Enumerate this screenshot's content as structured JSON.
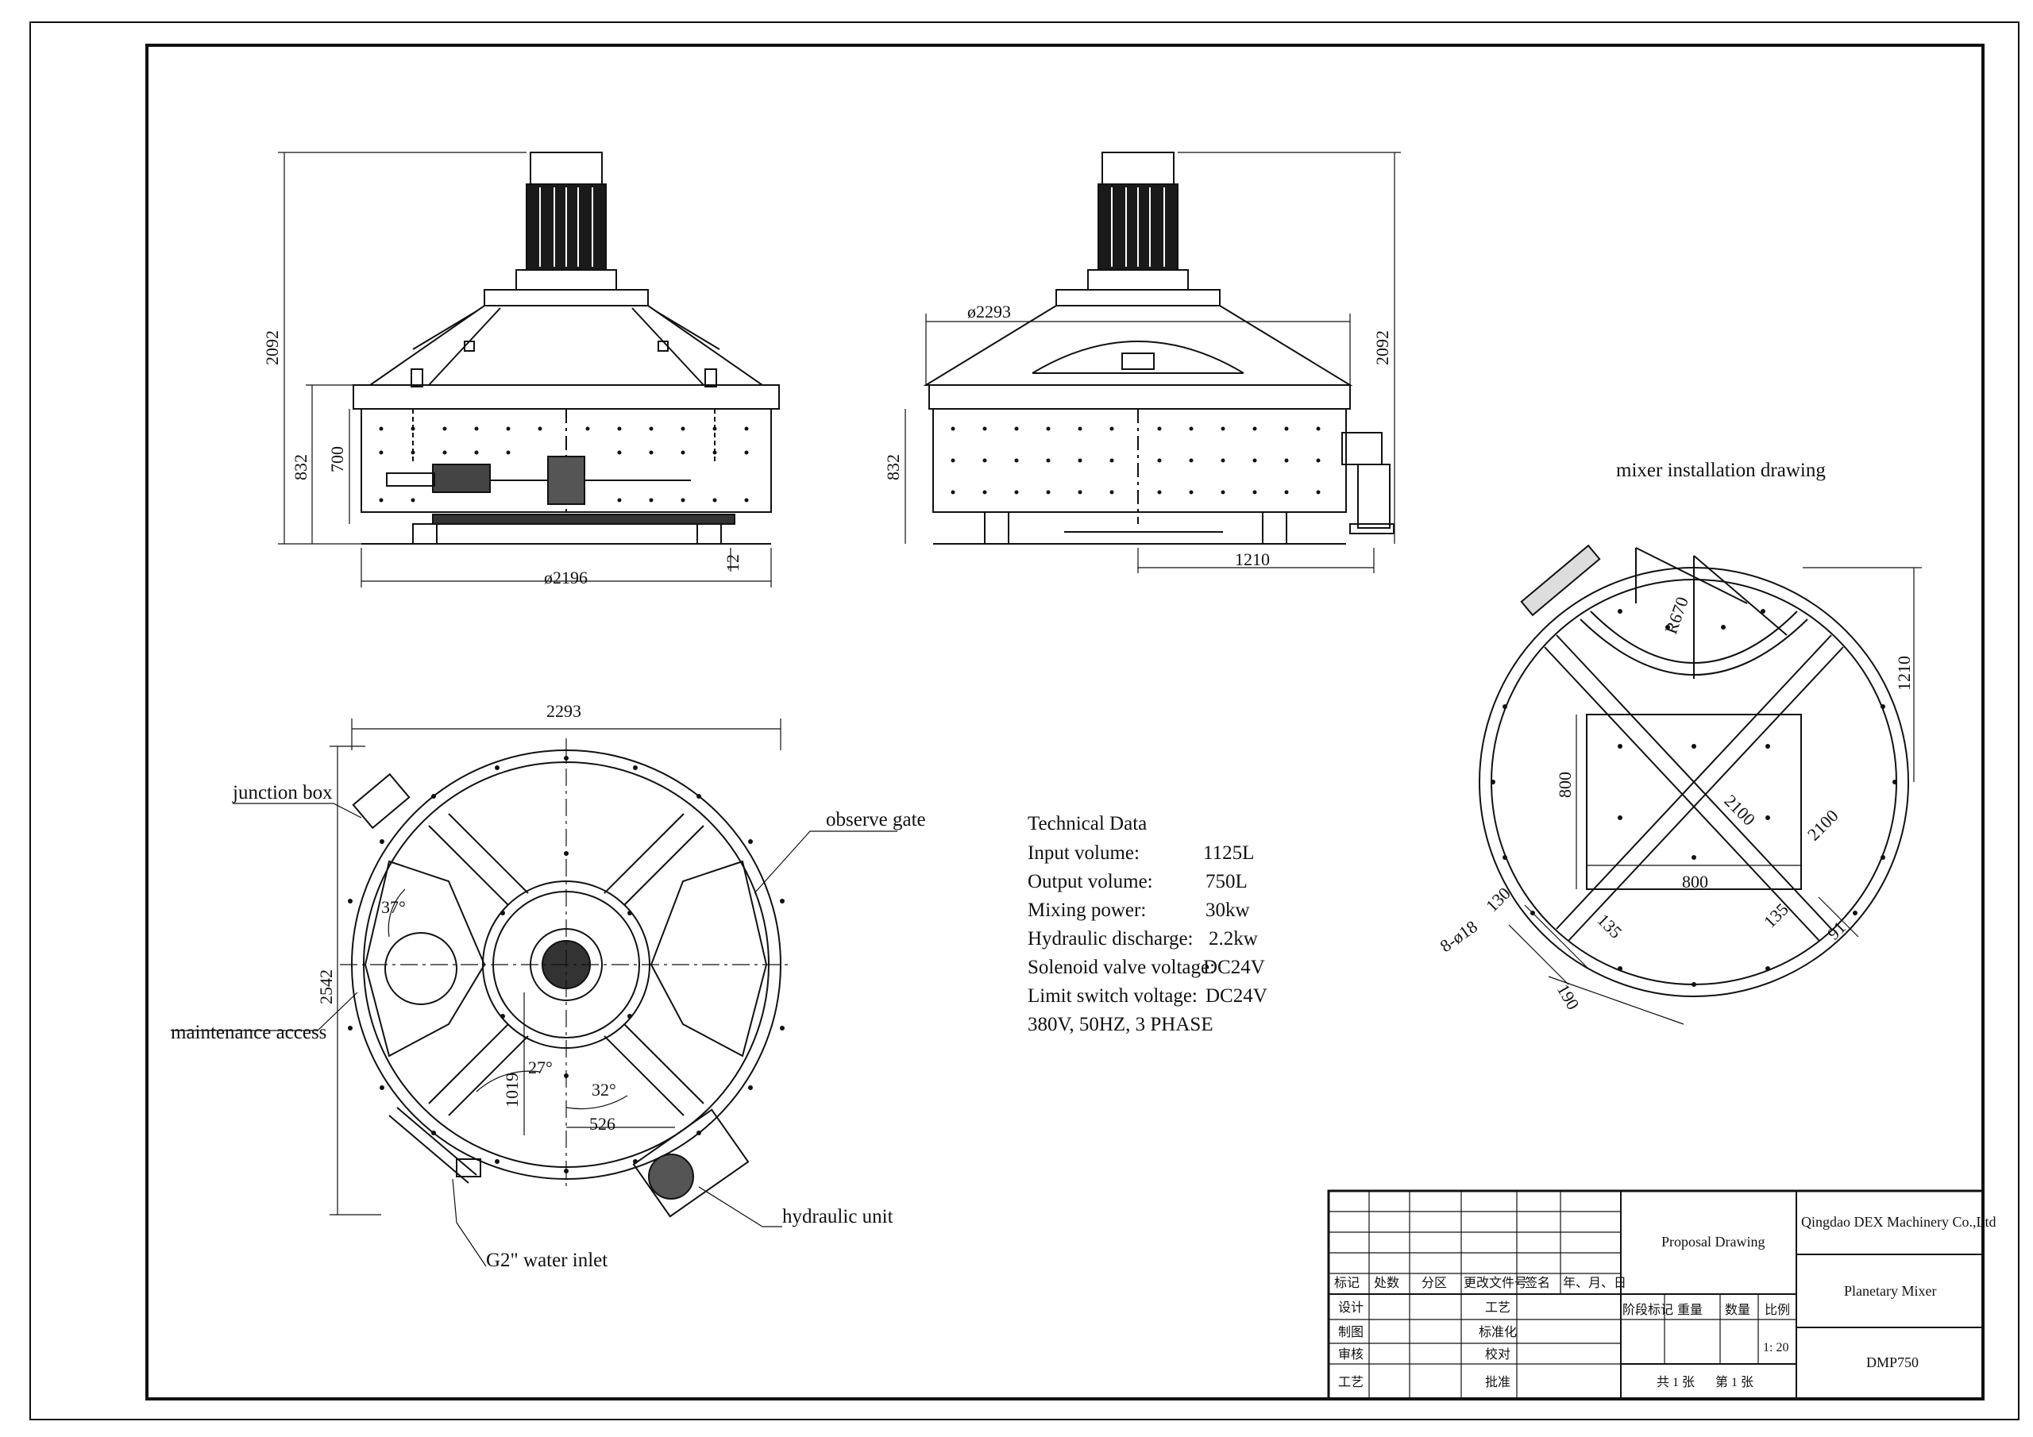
{
  "views": {
    "front": {
      "dim_overall_height": "2092",
      "dim_body_height": "832",
      "dim_inner_height": "700",
      "dim_diameter": "ø2196",
      "dim_foot": "12"
    },
    "side": {
      "dim_cover_diameter": "ø2293",
      "dim_overall_height": "2092",
      "dim_body_height": "832",
      "dim_offset": "1210"
    },
    "top": {
      "dim_width": "2293",
      "dim_depth": "2542",
      "dim_radius_arm": "1019",
      "dim_arm_span": "526",
      "angle_a": "37°",
      "angle_b": "27°",
      "angle_c": "32°",
      "label_junction_box": "junction box",
      "label_observe_gate": "observe gate",
      "label_maintenance_access": "maintenance access",
      "label_hydraulic_unit": "hydraulic unit",
      "label_water_inlet": "G2\" water inlet"
    },
    "installation": {
      "title": "mixer installation drawing",
      "dim_radius": "R670",
      "dim_offset": "1210",
      "dim_square_v": "800",
      "dim_square_h": "800",
      "dim_diag_a": "2100",
      "dim_diag_b": "2100",
      "dim_pad_a": "135",
      "dim_pad_b": "135",
      "dim_pad_c": "130",
      "dim_pad_d": "190",
      "dim_pad_e": "91",
      "dim_bolts": "8-ø18"
    }
  },
  "technical_data": {
    "title": "Technical Data",
    "rows": [
      {
        "label": "Input volume:",
        "value": "1125L"
      },
      {
        "label": "Output volume:",
        "value": "750L"
      },
      {
        "label": "Mixing power:",
        "value": "30kw"
      },
      {
        "label": "Hydraulic discharge:",
        "value": "2.2kw"
      },
      {
        "label": "Solenoid valve voltage:",
        "value": "DC24V"
      },
      {
        "label": "Limit switch voltage:",
        "value": "DC24V"
      }
    ],
    "power_supply": "380V, 50HZ, 3 PHASE"
  },
  "title_block": {
    "revision_headers": [
      "标记",
      "处数",
      "分区",
      "更改文件号",
      "签名",
      "年、月、日"
    ],
    "roles_left": [
      "设计",
      "制图",
      "审核",
      "工艺"
    ],
    "roles_right": [
      "工艺",
      "标准化",
      "校对",
      "批准"
    ],
    "stage_headers": [
      "阶段标记",
      "重量",
      "数量",
      "比例"
    ],
    "scale": "1: 20",
    "sheet_count": "共 1 张",
    "sheet_number": "第 1 张",
    "drawing_type": "Proposal Drawing",
    "company": "Qingdao DEX Machinery Co.,Ltd",
    "product": "Planetary Mixer",
    "model": "DMP750"
  }
}
